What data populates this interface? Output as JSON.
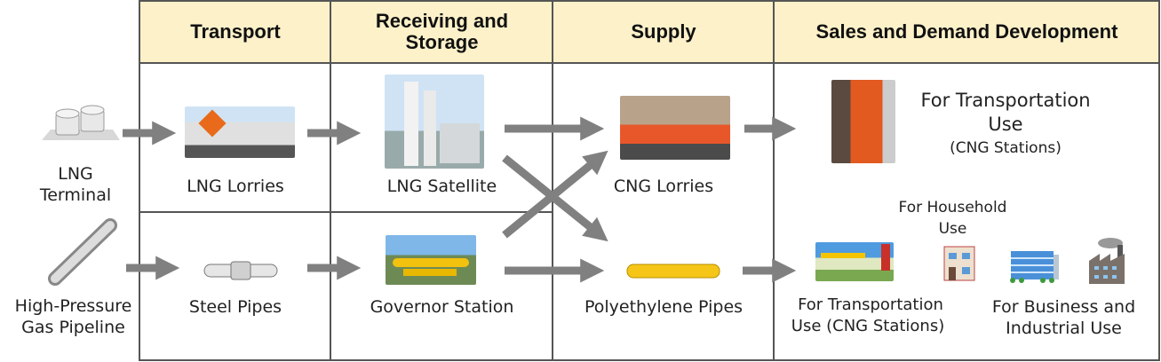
{
  "headers": [
    "Transport",
    "Receiving and Storage",
    "Supply",
    "Sales and Demand Development"
  ],
  "sources": {
    "lng_terminal": "LNG Terminal",
    "pipeline": "High-Pressure Gas Pipeline"
  },
  "transport": {
    "top": "LNG Lorries",
    "bottom": "Steel Pipes"
  },
  "storage": {
    "top": "LNG Satellite",
    "bottom": "Governor Station"
  },
  "supply": {
    "top": "CNG Lorries",
    "bottom": "Polyethylene Pipes"
  },
  "sales": {
    "transport_top_line1": "For Transportation",
    "transport_top_line2": "Use",
    "transport_top_line3": "(CNG Stations)",
    "household_line1": "For Household",
    "household_line2": "Use",
    "transport_bottom_line1": "For Transportation",
    "transport_bottom_line2": "Use (CNG Stations)",
    "business_line1": "For Business and",
    "business_line2": "Industrial Use"
  },
  "colors": {
    "header_bg": "#fdf1c9",
    "arrow": "#808080",
    "border": "#555555",
    "pipe_yellow": "#f5c518"
  }
}
